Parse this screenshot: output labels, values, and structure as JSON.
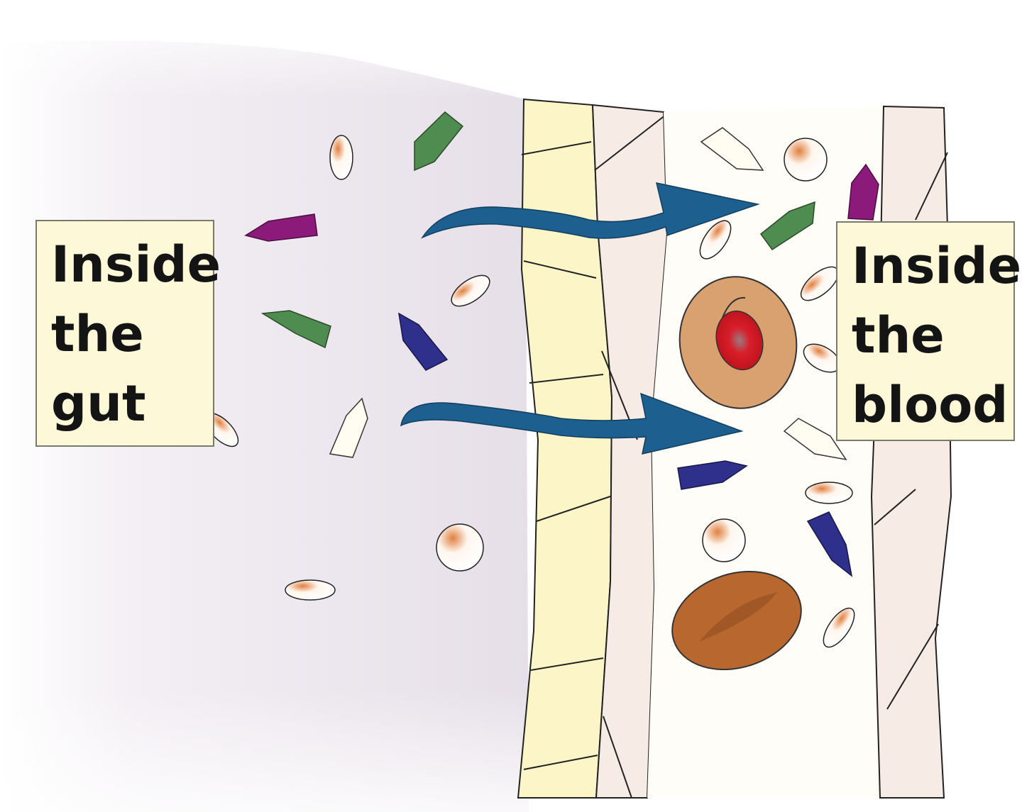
{
  "labels": {
    "gut": "Inside\nthe\ngut",
    "blood": "Inside\nthe\nblood"
  },
  "colors": {
    "gut_lumen": "#e9e3ea",
    "gut_cells": "#fbf5c8",
    "vessel_wall": "#f5e9e4",
    "label_background": "#fcf8d8",
    "arrow": "#1d5f8f",
    "green_molecule": "#4f8c4f",
    "purple_molecule": "#8c1a7a",
    "blue_molecule": "#2f2f8c",
    "white_molecule": "#fffdf2",
    "white_blood_cell": "#d9a070",
    "white_blood_cell_nucleus": "#cc1d26",
    "red_blood_cell": "#b8682e"
  },
  "icons": [
    "absorption-arrow",
    "white-blood-cell",
    "red-blood-cell",
    "nutrient-molecule"
  ]
}
